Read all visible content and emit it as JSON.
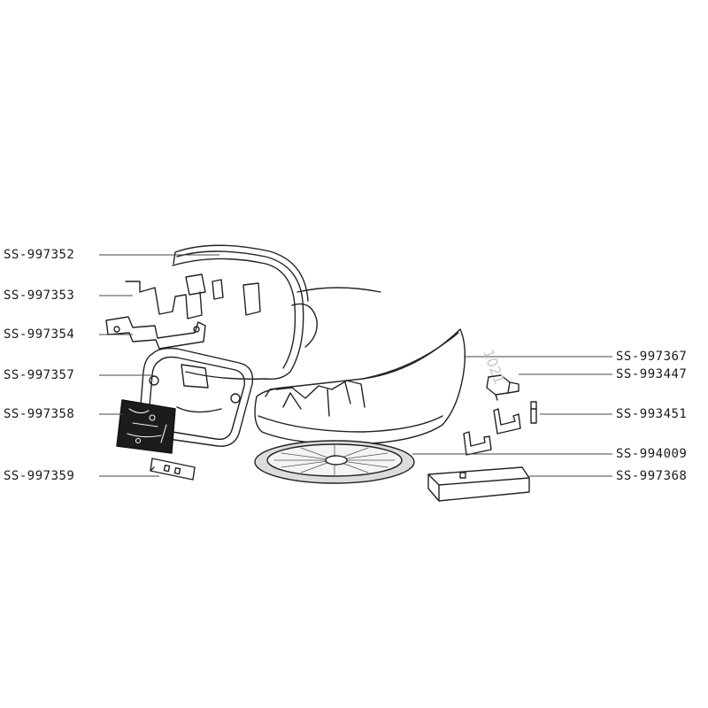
{
  "labels_left": [
    {
      "id": "l1",
      "code": "SS-997352"
    },
    {
      "id": "l2",
      "code": "SS-997353"
    },
    {
      "id": "l3",
      "code": "SS-997354"
    },
    {
      "id": "l4",
      "code": "SS-997357"
    },
    {
      "id": "l5",
      "code": "SS-997358"
    },
    {
      "id": "l6",
      "code": "SS-997359"
    }
  ],
  "labels_right": [
    {
      "id": "r1",
      "code": "SS-997367"
    },
    {
      "id": "r2",
      "code": "SS-993447"
    },
    {
      "id": "r3",
      "code": "SS-993451"
    },
    {
      "id": "r4",
      "code": "SS-994009"
    },
    {
      "id": "r5",
      "code": "SS-997368"
    }
  ],
  "watermark": "1021",
  "colors": {
    "line": "#222222",
    "leader": "#444444",
    "fill": "#ffffff",
    "grey": "#d9d9d9"
  }
}
